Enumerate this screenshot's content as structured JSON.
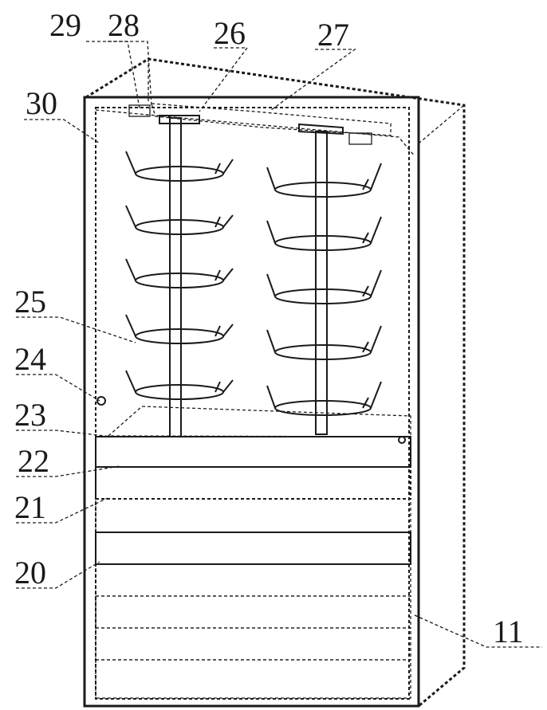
{
  "figure": {
    "reference_numerals": [
      "29",
      "28",
      "26",
      "27",
      "30",
      "25",
      "24",
      "23",
      "22",
      "21",
      "20",
      "11"
    ]
  }
}
